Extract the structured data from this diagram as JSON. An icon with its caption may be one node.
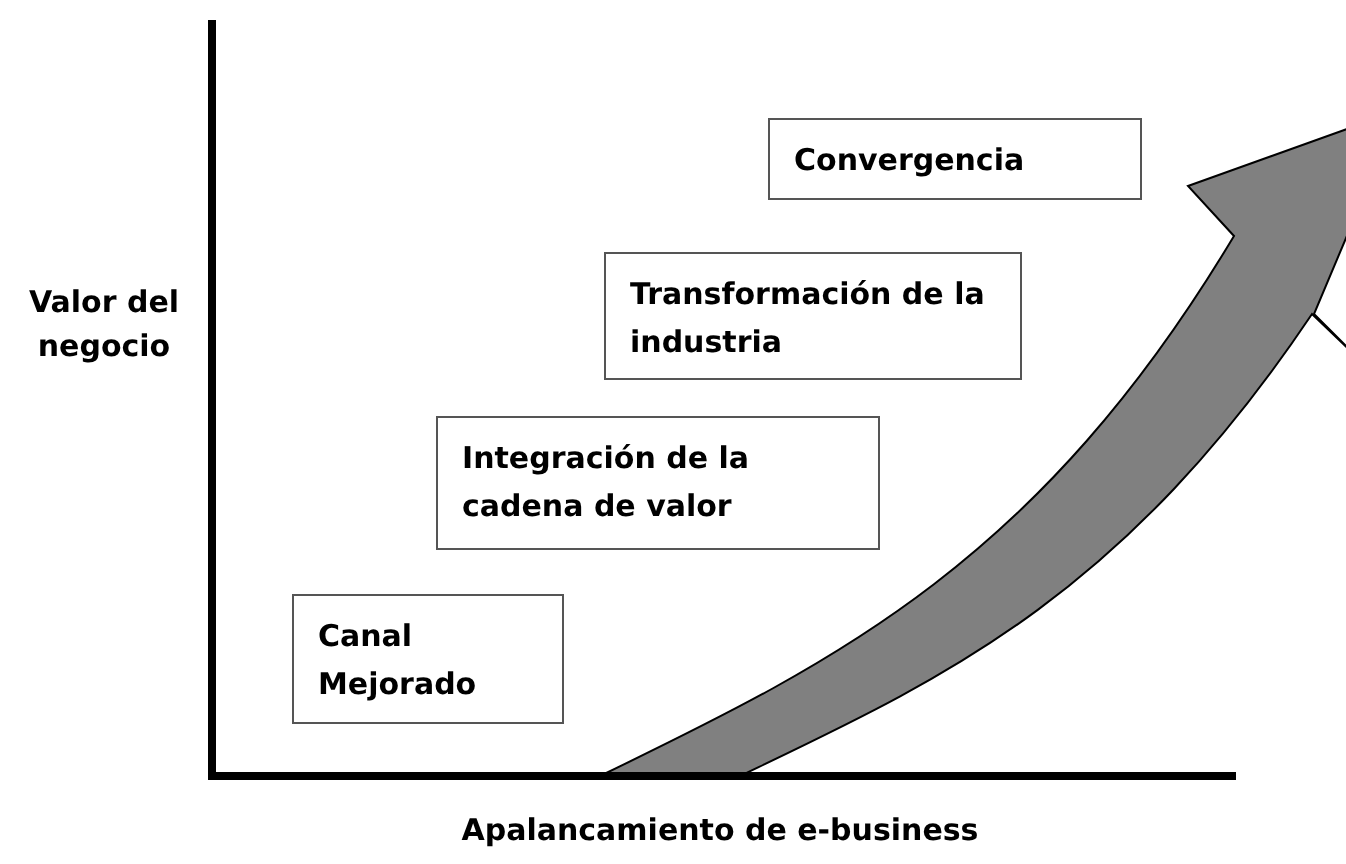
{
  "diagram": {
    "nodes": [
      {
        "text": [
          "Canal Mejorado"
        ]
      },
      {
        "text": [
          "Integración de la cadena de valor"
        ]
      },
      {
        "text": [
          "Transformación de la industria"
        ]
      },
      {
        "text": [
          "Convergencia"
        ]
      }
    ],
    "labels": [
      "Valor del negocio",
      "Apalancamiento de e-business"
    ]
  }
}
